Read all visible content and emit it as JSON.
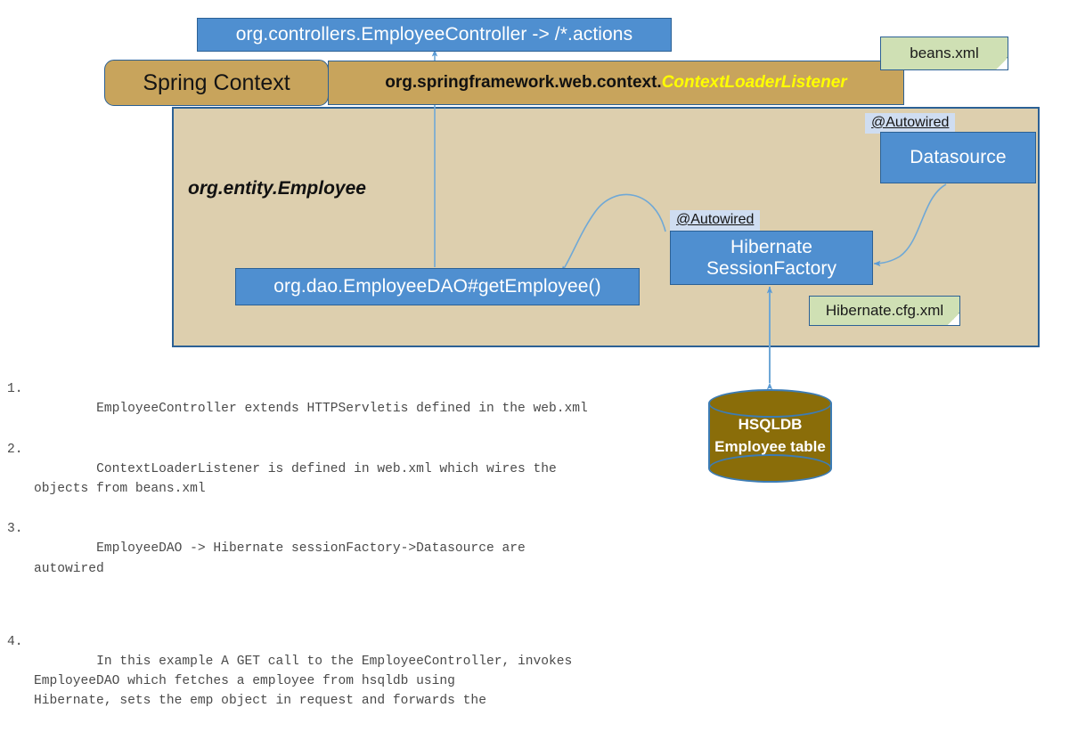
{
  "diagram": {
    "controller_box": {
      "label": "org.controllers.EmployeeController -> /*.actions"
    },
    "spring_context": {
      "label": "Spring Context"
    },
    "context_listener": {
      "package": "org.springframework.web.context.",
      "classname": "ContextLoaderListener"
    },
    "beans_note": {
      "label": "beans.xml"
    },
    "hibernate_note": {
      "label": "Hibernate.cfg.xml"
    },
    "entity_label": {
      "label": "org.entity.Employee"
    },
    "dao_box": {
      "label": "org.dao.EmployeeDAO#getEmployee()"
    },
    "datasource_box": {
      "label": "Datasource"
    },
    "session_factory_box": {
      "line1": "Hibernate",
      "line2": "SessionFactory"
    },
    "autowired_datasource": {
      "label": "@Autowired"
    },
    "autowired_sessionfactory": {
      "label": "@Autowired"
    },
    "database": {
      "line1": "HSQLDB",
      "line2": "Employee table"
    },
    "colors": {
      "blue_fill": "#4f8fd0",
      "blue_border": "#2c6195",
      "tan_bar": "#c8a45c",
      "container_fill": "#ddcfae",
      "note_fill": "#cfe0b4",
      "autowired_fill": "#cfddf1",
      "db_fill": "#8a6d09",
      "highlight_text": "#ffff00",
      "arrow": "#5b9bd5"
    }
  },
  "notes": {
    "items": [
      {
        "num": "1.",
        "text": "EmployeeController extends HTTPServletis defined in the web.xml"
      },
      {
        "num": "2.",
        "text": "ContextLoaderListener is defined in web.xml which wires the\nobjects from beans.xml"
      },
      {
        "num": "3.",
        "text": "EmployeeDAO -> Hibernate sessionFactory->Datasource are\nautowired"
      },
      {
        "num": "4.",
        "text": "In this example A GET call to the EmployeeController, invokes\nEmployeeDAO which fetches a employee from hsqldb using\nHibernate, sets the emp object in request and forwards the"
      }
    ]
  }
}
